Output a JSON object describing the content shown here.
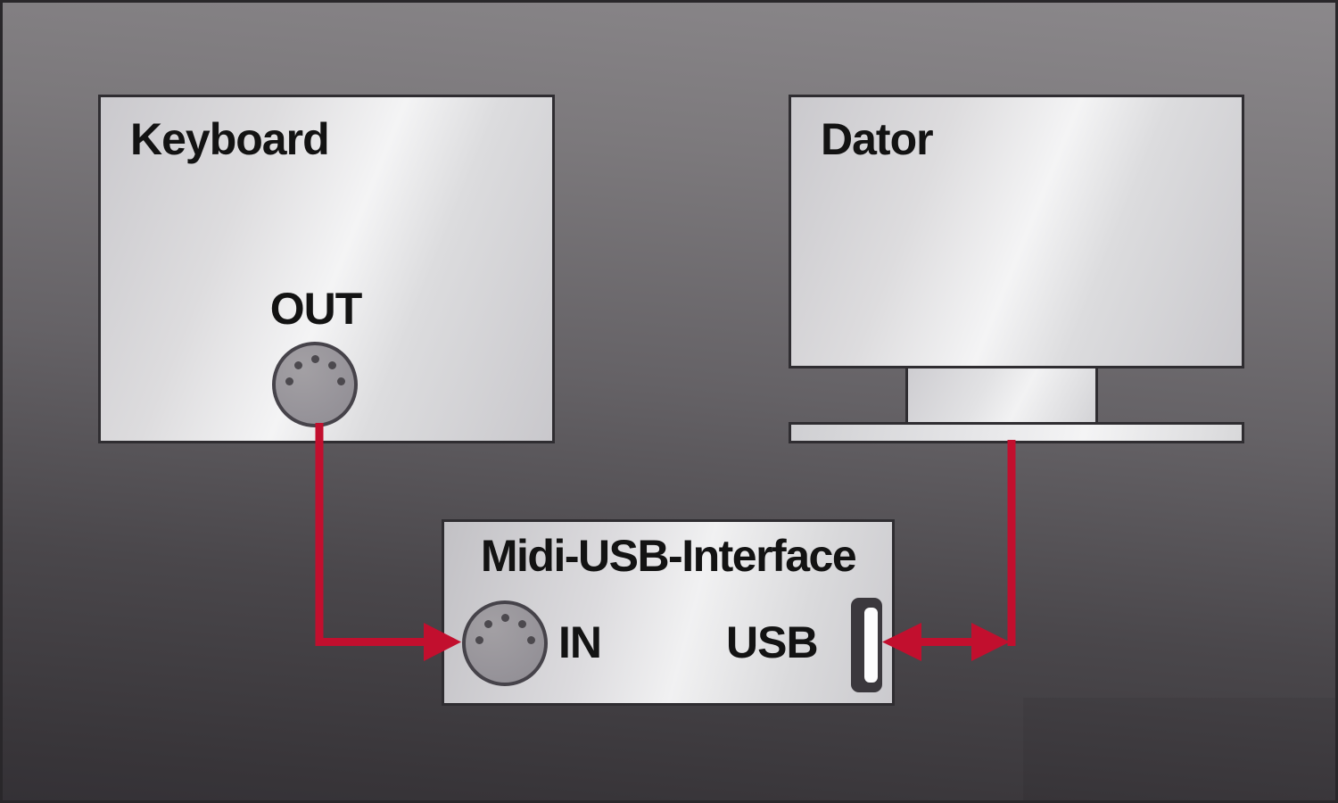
{
  "diagram": {
    "keyboard": {
      "label": "Keyboard",
      "out_label": "OUT"
    },
    "computer": {
      "label": "Dator"
    },
    "interface": {
      "title": "Midi-USB-Interface",
      "in_label": "IN",
      "usb_label": "USB"
    }
  },
  "colors": {
    "arrow": "#c20f2e",
    "background_top": "#8b888b",
    "background_bottom": "#343136",
    "box_fill_light": "#f4f4f5",
    "box_fill_dark": "#c9c8cc",
    "box_border": "#2f2d31",
    "connector_fill": "#97949a",
    "connector_border": "#46434a",
    "connector_pin": "#4c494e",
    "usb_port_body": "#3b383d",
    "usb_slot": "#fdfdfe",
    "label_text": "#131313"
  },
  "icons": {
    "midi_out": "midi-din5-connector",
    "midi_in": "midi-din5-connector",
    "usb": "usb-port-slot"
  }
}
